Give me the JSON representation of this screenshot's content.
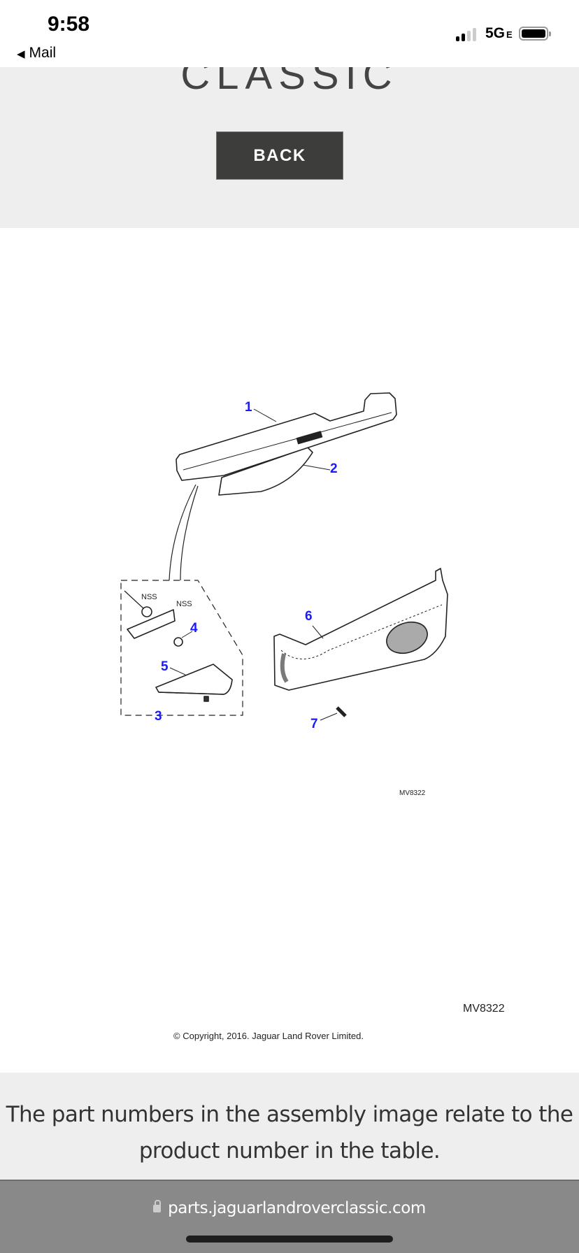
{
  "status_bar": {
    "time": "9:58",
    "back_app": "Mail",
    "network": "5G",
    "network_suffix": "E"
  },
  "header": {
    "brand": "CLASSIC",
    "back_label": "BACK"
  },
  "diagram": {
    "callouts": [
      "1",
      "2",
      "3",
      "4",
      "5",
      "6",
      "7"
    ],
    "nss_labels": [
      "NSS",
      "NSS"
    ],
    "ref_small": "MV8322",
    "ref": "MV8322",
    "copyright": "© Copyright, 2016. Jaguar Land Rover Limited."
  },
  "info": {
    "line1": "The part numbers in the assembly image relate to the",
    "line2": "product number in the table."
  },
  "browser": {
    "url": "parts.jaguarlandroverclassic.com"
  },
  "colors": {
    "callout": "#1a1aff",
    "button": "#3d3d3b",
    "header_bg": "#eeeeee"
  }
}
